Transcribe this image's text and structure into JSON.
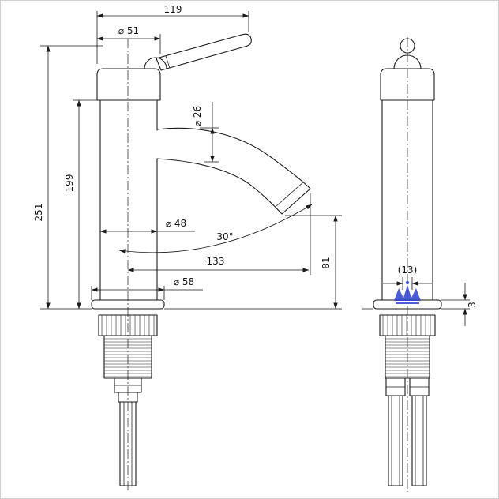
{
  "page": {
    "type": "technical-drawing",
    "subject": "basin mixer tap, two orthographic views",
    "background": "#ffffff",
    "line_color": "#1a1a1a",
    "watermark_color": "#2b3fd0"
  },
  "dimensions": {
    "overall_width": "119",
    "head_diameter": "⌀ 51",
    "spout_tube_diameter": "⌀ 26",
    "body_height": "199",
    "overall_height": "251",
    "body_diameter": "⌀ 48",
    "spout_angle": "30°",
    "spout_reach": "133",
    "outlet_height": "81",
    "base_flange_diameter": "⌀ 58",
    "hose_spacing": "(13)",
    "flange_thickness": "3"
  }
}
